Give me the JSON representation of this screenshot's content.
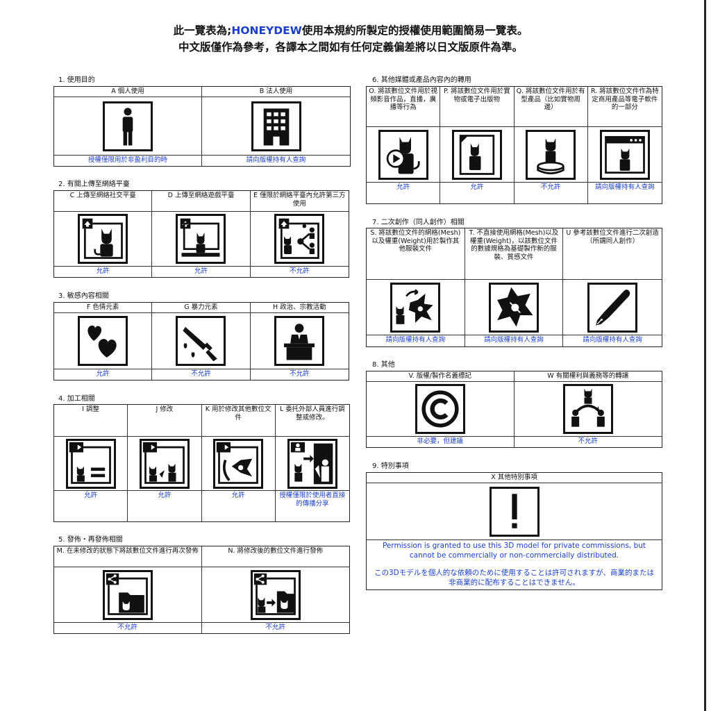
{
  "header": {
    "line1_prefix": "此一覽表為;",
    "line1_brand": "HONEYDEW",
    "line1_suffix": "使用本規約所製定的授權使用範圍簡易一覽表。",
    "line2": "中文版僅作為參考，各譯本之間如有任何定義偏差將以日文版原件為準。"
  },
  "sections": {
    "s1": {
      "label": "1. 使用目的",
      "cols": [
        {
          "head": "A 個人使用",
          "icon": "person-icon",
          "status": "授權僅限用於非盈利目的時"
        },
        {
          "head": "B 法人使用",
          "icon": "office-building-icon",
          "status": "請向版權持有人查詢"
        }
      ]
    },
    "s2": {
      "label": "2. 有關上傳至網絡平臺",
      "cols": [
        {
          "head": "C 上傳至網絡社交平臺",
          "icon": "upload-social-icon",
          "status": "允許"
        },
        {
          "head": "D 上傳至網絡遊戲平臺",
          "icon": "upload-game-icon",
          "status": "允許"
        },
        {
          "head": "E 僅限於網絡平臺內允許第三方使用",
          "icon": "third-party-share-icon",
          "status": "不允許"
        }
      ]
    },
    "s3": {
      "label": "3. 敏感內容相關",
      "cols": [
        {
          "head": "F 色情元素",
          "icon": "hearts-icon",
          "status": "允許"
        },
        {
          "head": "G 暴力元素",
          "icon": "knife-icon",
          "status": "不允許"
        },
        {
          "head": "H 政治、宗教活動",
          "icon": "podium-speaker-icon",
          "status": "不允許"
        }
      ]
    },
    "s4": {
      "label": "4. 加工相關",
      "cols": [
        {
          "head": "I 調整",
          "icon": "adjust-icon",
          "status": "允許"
        },
        {
          "head": "J 修改",
          "icon": "modify-icon",
          "status": "允許"
        },
        {
          "head": "K 用於修改其他數位文件",
          "icon": "use-for-other-icon",
          "status": "允許"
        },
        {
          "head": "L 委托外部人員進行調整或修改。",
          "icon": "outsource-icon",
          "status": "授權僅限於使用者直接的傳播分享"
        }
      ]
    },
    "s5": {
      "label": "5. 發佈・再發佈相關",
      "cols": [
        {
          "head": "M. 在未修改的狀態下將該數位文件進行再次發佈",
          "icon": "share-folder-icon",
          "status": "不允許"
        },
        {
          "head": "N. 將修改後的數位文件進行發佈",
          "icon": "share-modified-icon",
          "status": "不允許"
        }
      ]
    },
    "s6": {
      "label": "6. 其他媒體或產品內容內的轉用",
      "cols": [
        {
          "head": "O. 將該數位文件用於視頻影音作品，直播，廣播等行為",
          "icon": "video-play-icon",
          "status": "允許"
        },
        {
          "head": "P. 將該數位文件用於實物或電子出版物",
          "icon": "publication-icon",
          "status": "允許"
        },
        {
          "head": "Q. 將該數位文件用於有型產品（比如實物周邊）",
          "icon": "figure-merch-icon",
          "status": "不允許"
        },
        {
          "head": "R. 將該數位文件作為特定商用產品等電子軟件的一部分",
          "icon": "software-window-icon",
          "status": "請向版權持有人查詢"
        }
      ]
    },
    "s7": {
      "label": "7. 二次創作（同人創作）相關",
      "cols": [
        {
          "head": "S. 將該數位文件的網格(Mesh)以及權重(Weight)用於製作其他服裝文件",
          "icon": "mesh-clothing-icon",
          "status": "請向版權持有人查詢"
        },
        {
          "head": "T. 不直接使用網格(Mesh)以及權重(Weight)，以該數位文件的數據規格為基礎製作新的服裝、質感文件",
          "icon": "clothing-icon",
          "status": "請向版權持有人查詢"
        },
        {
          "head": "U 參考該數位文件進行二次創造（所謂同人創作）",
          "icon": "pen-nib-icon",
          "status": "請向版權持有人查詢"
        }
      ]
    },
    "s8": {
      "label": "8. 其他",
      "cols": [
        {
          "head": "V. 版權/製作名義標記",
          "icon": "copyright-icon",
          "status": "非必要，但建議"
        },
        {
          "head": "W 有關權利與義務等的轉讓",
          "icon": "transfer-icon",
          "status": "不允許"
        }
      ]
    },
    "s9": {
      "label": "9. 特別事項",
      "head": "X 其他特別事項",
      "icon": "exclamation-icon",
      "notice_en": "Permission is granted to use this 3D model for private commissions, but cannot be commercially or non-commercially distributed.",
      "notice_ja": "この3Dモデルを個人的な依頼のために使用することは許可されますが、商業的または非商業的に配布することはできません。"
    }
  },
  "colors": {
    "accent": "#1a3fc7",
    "ink": "#111111"
  }
}
